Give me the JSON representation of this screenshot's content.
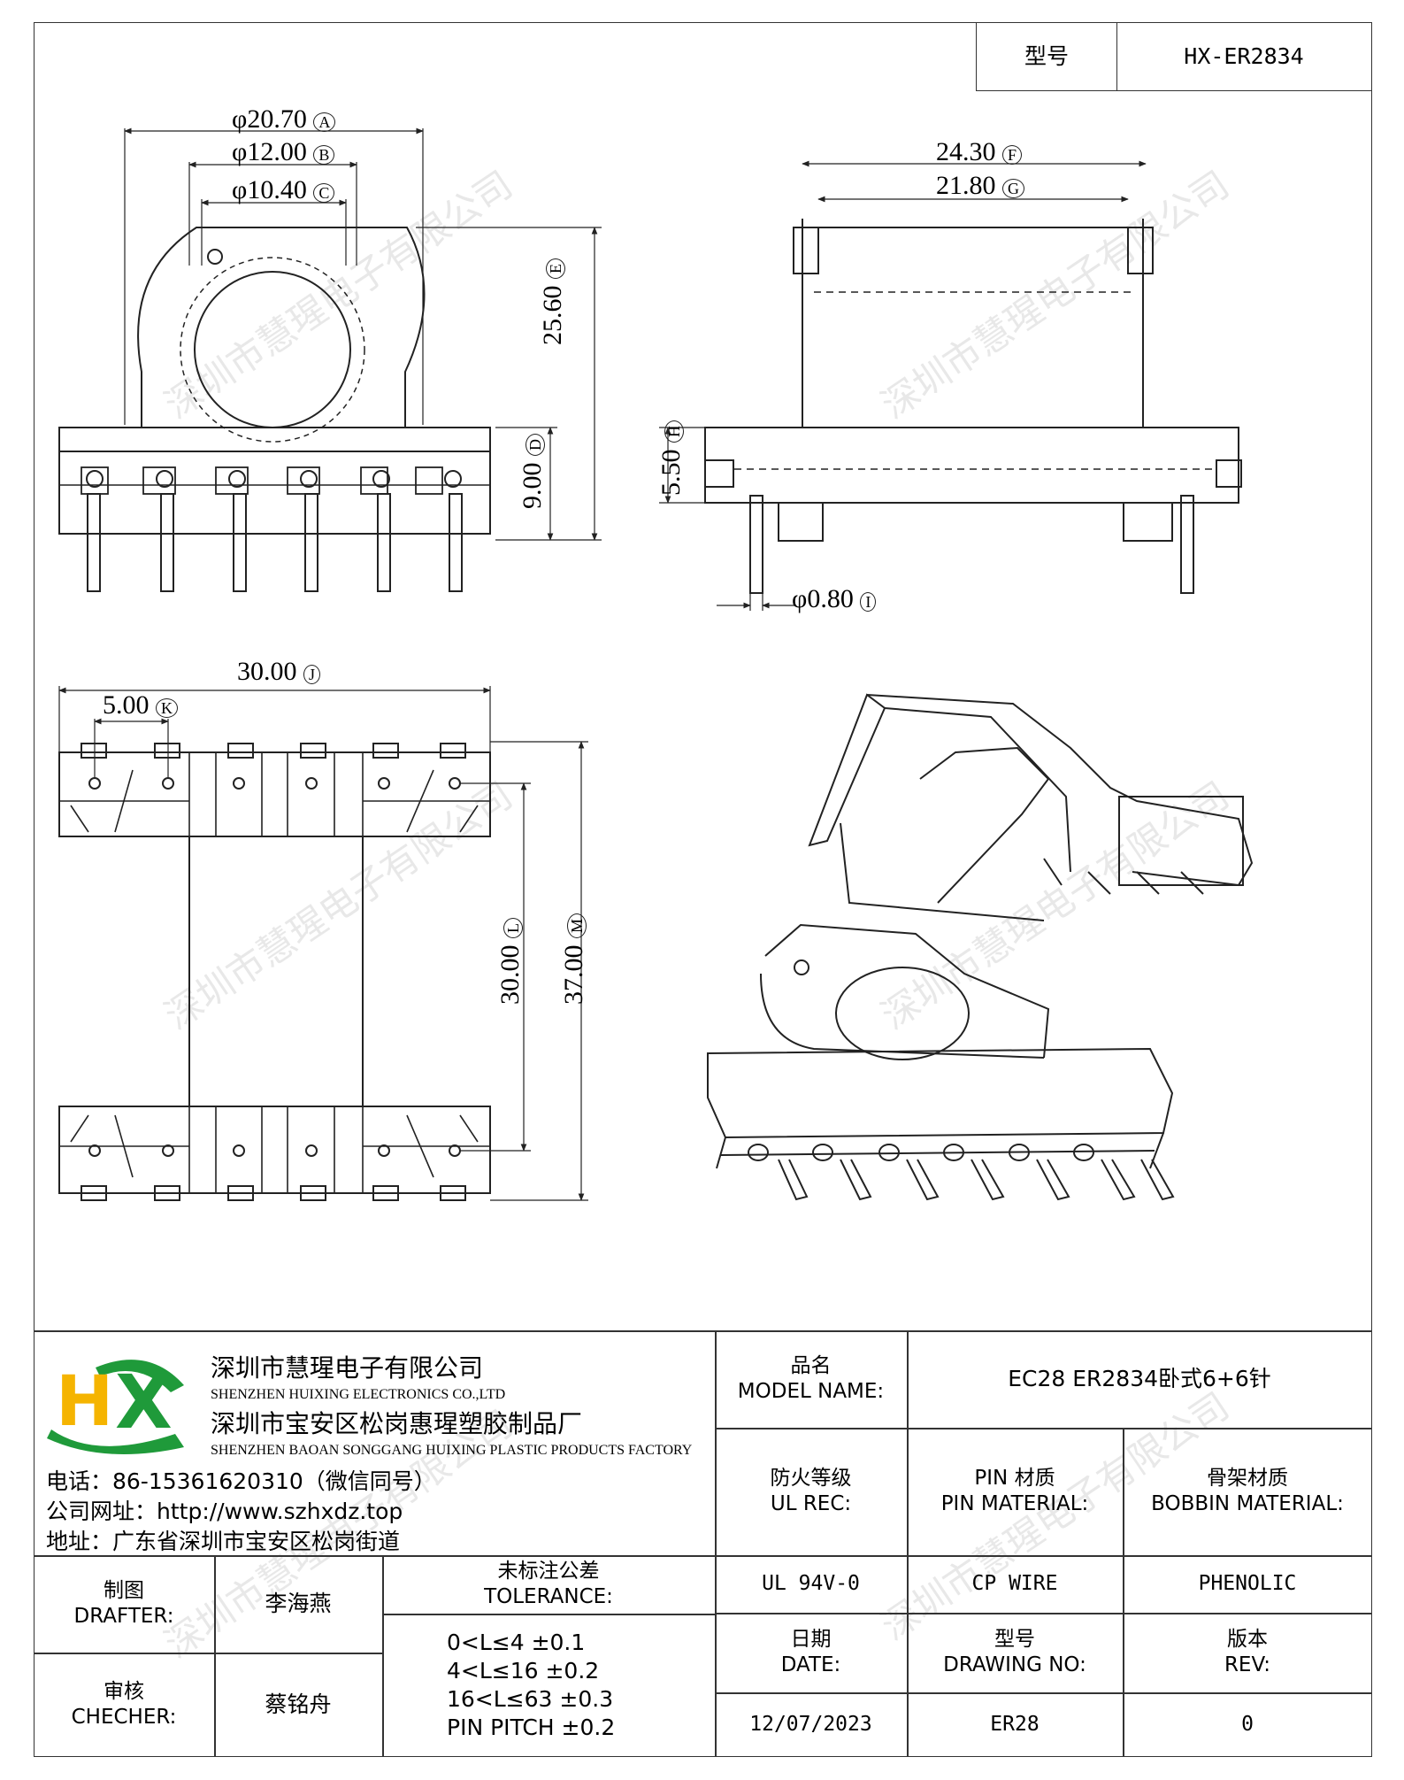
{
  "header": {
    "type_label": "型号",
    "type_value": "HX-ER2834"
  },
  "dimensions": {
    "A": "φ20.70",
    "A_mark": "A",
    "B": "φ12.00",
    "B_mark": "B",
    "C": "φ10.40",
    "C_mark": "C",
    "D": "9.00",
    "D_mark": "D",
    "E": "25.60",
    "E_mark": "E",
    "F": "24.30",
    "F_mark": "F",
    "G": "21.80",
    "G_mark": "G",
    "H": "5.50",
    "H_mark": "H",
    "I": "φ0.80",
    "I_mark": "I",
    "J": "30.00",
    "J_mark": "J",
    "K": "5.00",
    "K_mark": "K",
    "L": "30.00",
    "L_mark": "L",
    "M": "37.00",
    "M_mark": "M"
  },
  "watermark": "深圳市慧瑆电子有限公司",
  "company": {
    "logo_letters": "HX",
    "name_cn": "深圳市慧瑆电子有限公司",
    "name_en": "SHENZHEN HUIXING ELECTRONICS CO.,LTD",
    "factory_cn": "深圳市宝安区松岗惠瑆塑胶制品厂",
    "factory_en": "SHENZHEN BAOAN SONGGANG HUIXING PLASTIC PRODUCTS FACTORY",
    "phone": "电话：86-15361620310（微信同号）",
    "website": "公司网址：http://www.szhxdz.top",
    "address": "地址：广东省深圳市宝安区松岗街道"
  },
  "title_block": {
    "model_name_cn": "品名",
    "model_name_en": "MODEL NAME:",
    "model_name_value": "EC28 ER2834卧式6+6针",
    "ul_cn": "防火等级",
    "ul_en": "UL REC:",
    "ul_value": "UL 94V-0",
    "pin_cn": "PIN 材质",
    "pin_en": "PIN MATERIAL:",
    "pin_value": "CP WIRE",
    "bobbin_cn": "骨架材质",
    "bobbin_en": "BOBBIN MATERIAL:",
    "bobbin_value": "PHENOLIC",
    "drafter_cn": "制图",
    "drafter_en": "DRAFTER:",
    "drafter_value": "李海燕",
    "checker_cn": "审核",
    "checker_en": "CHECHER:",
    "checker_value": "蔡铭舟",
    "tolerance_cn": "未标注公差",
    "tolerance_en": "TOLERANCE:",
    "tolerance_lines": [
      "0<L≤4  ±0.1",
      "4<L≤16 ±0.2",
      "16<L≤63 ±0.3",
      "PIN PITCH ±0.2"
    ],
    "date_cn": "日期",
    "date_en": "DATE:",
    "date_value": "12/07/2023",
    "drawing_no_cn": "型号",
    "drawing_no_en": "DRAWING NO:",
    "drawing_no_value": "ER28",
    "rev_cn": "版本",
    "rev_en": "REV:",
    "rev_value": "0"
  }
}
